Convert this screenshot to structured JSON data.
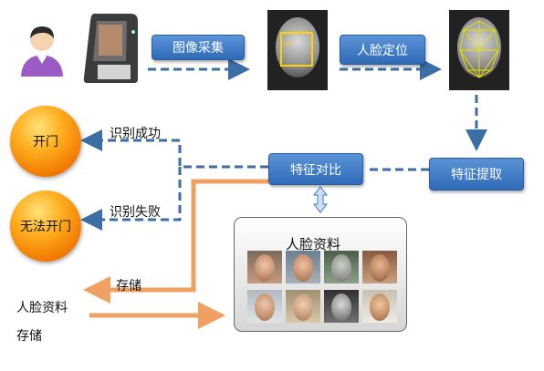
{
  "steps": {
    "capture": "图像采集",
    "locate": "人脸定位",
    "extract": "特征提取",
    "compare": "特征对比"
  },
  "outcomes": {
    "open_door": "开门",
    "no_open": "无法开门",
    "success": "识别成功",
    "failure": "识别失败"
  },
  "database": {
    "title": "人脸资料"
  },
  "storage": {
    "store_label": "存储",
    "input_line1": "人脸资料",
    "input_line2": "存储"
  },
  "colors": {
    "step_box": "#3a78c4",
    "dashed_arrow": "#3a6ea5",
    "solid_arrow": "#f0a060",
    "outcome_circle": "#f07800"
  }
}
